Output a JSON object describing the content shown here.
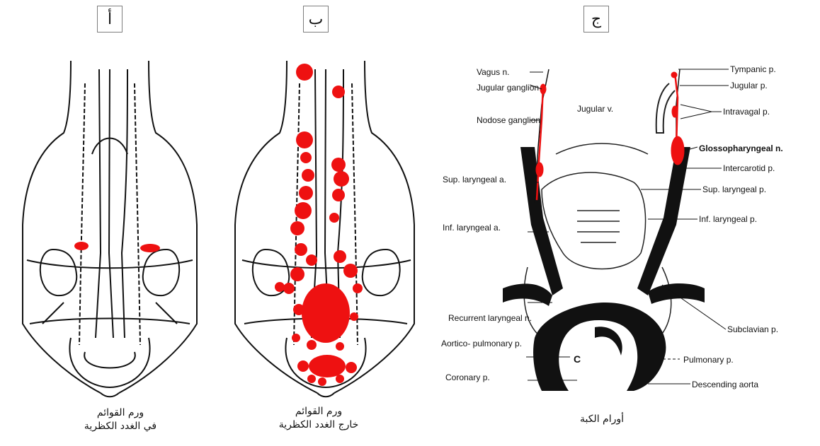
{
  "panels": {
    "a": {
      "letter": "أ",
      "caption_line1": "ورم القوائم",
      "caption_line2": "في الغدد الكظرية"
    },
    "b": {
      "letter": "ب",
      "caption_line1": "ورم القوائم",
      "caption_line2": "خارج الغدد الكظرية"
    },
    "c": {
      "letter": "ج",
      "caption_line1": "أورام الكبة"
    }
  },
  "labels": {
    "vagus": "Vagus n.",
    "jugular_ganglion": "Jugular ganglion",
    "nodose_ganglion": "Nodose ganglion",
    "jugular_v": "Jugular v.",
    "tympanic": "Tympanic p.",
    "jugular_p": "Jugular p.",
    "intravagal": "Intravagal p.",
    "glossopharyngeal": "Glossopharyngeal n.",
    "intercarotid": "Intercarotid p.",
    "sup_laryngeal_a": "Sup. laryngeal a.",
    "sup_laryngeal_p": "Sup. laryngeal p.",
    "inf_laryngeal_a": "Inf. laryngeal a.",
    "inf_laryngeal_p": "Inf. laryngeal p.",
    "recurrent": "Recurrent laryngeal n.",
    "subclavian": "Subclavian p.",
    "aortico": "Aortico- pulmonary p.",
    "pulmonary": "Pulmonary p.",
    "coronary": "Coronary p.",
    "descending": "Descending aorta",
    "c_mark": "C"
  },
  "colors": {
    "tumor": "#ee1111",
    "ink": "#111111",
    "frame": "#7d7d7d"
  }
}
